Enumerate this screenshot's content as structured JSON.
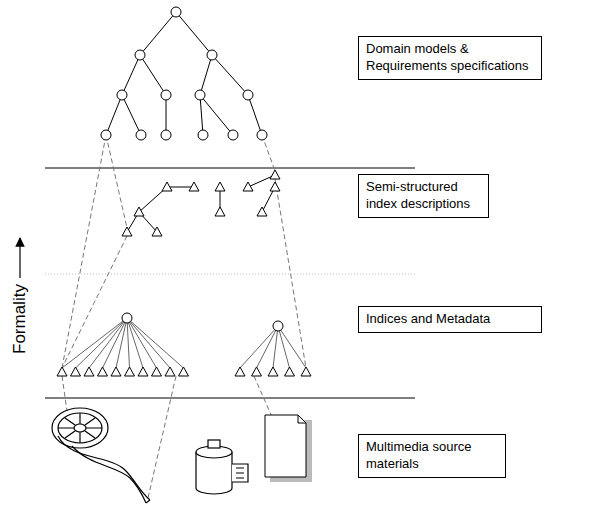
{
  "diagram": {
    "nodes": [
      {
        "text": [
          "Domain models & Requirements specifications"
        ]
      },
      {
        "text": [
          "Semi-structured index descriptions"
        ]
      },
      {
        "text": [
          "Indices and Metadata"
        ]
      },
      {
        "text": [
          "Multimedia source materials"
        ]
      }
    ],
    "labels": [
      "Formality"
    ]
  }
}
